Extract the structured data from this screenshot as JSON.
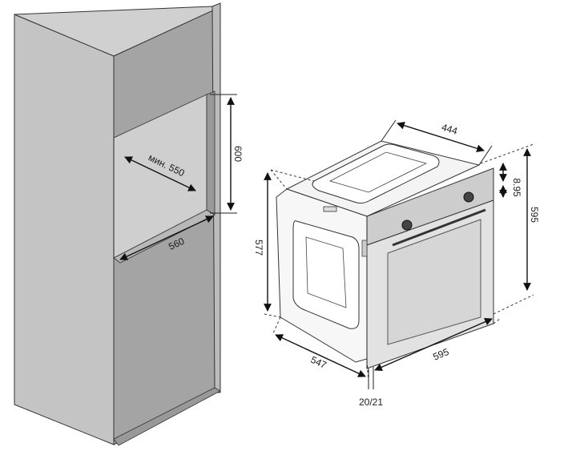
{
  "cabinet": {
    "height_label": "600",
    "depth_label": "мин. 550",
    "width_label": "560"
  },
  "oven": {
    "top_depth_label": "444",
    "panel_label": "8.95",
    "front_height_label": "595",
    "side_height_label": "577",
    "body_depth_label": "547",
    "front_width_label": "595",
    "offset_label": "20/21"
  },
  "colors": {
    "cabinet_face": "#a4a4a4",
    "cabinet_side": "#c4c4c4",
    "cabinet_edge": "#bdbdbd",
    "oven_glass": "#d6d6d6",
    "oven_panel": "#cdcdcd"
  }
}
